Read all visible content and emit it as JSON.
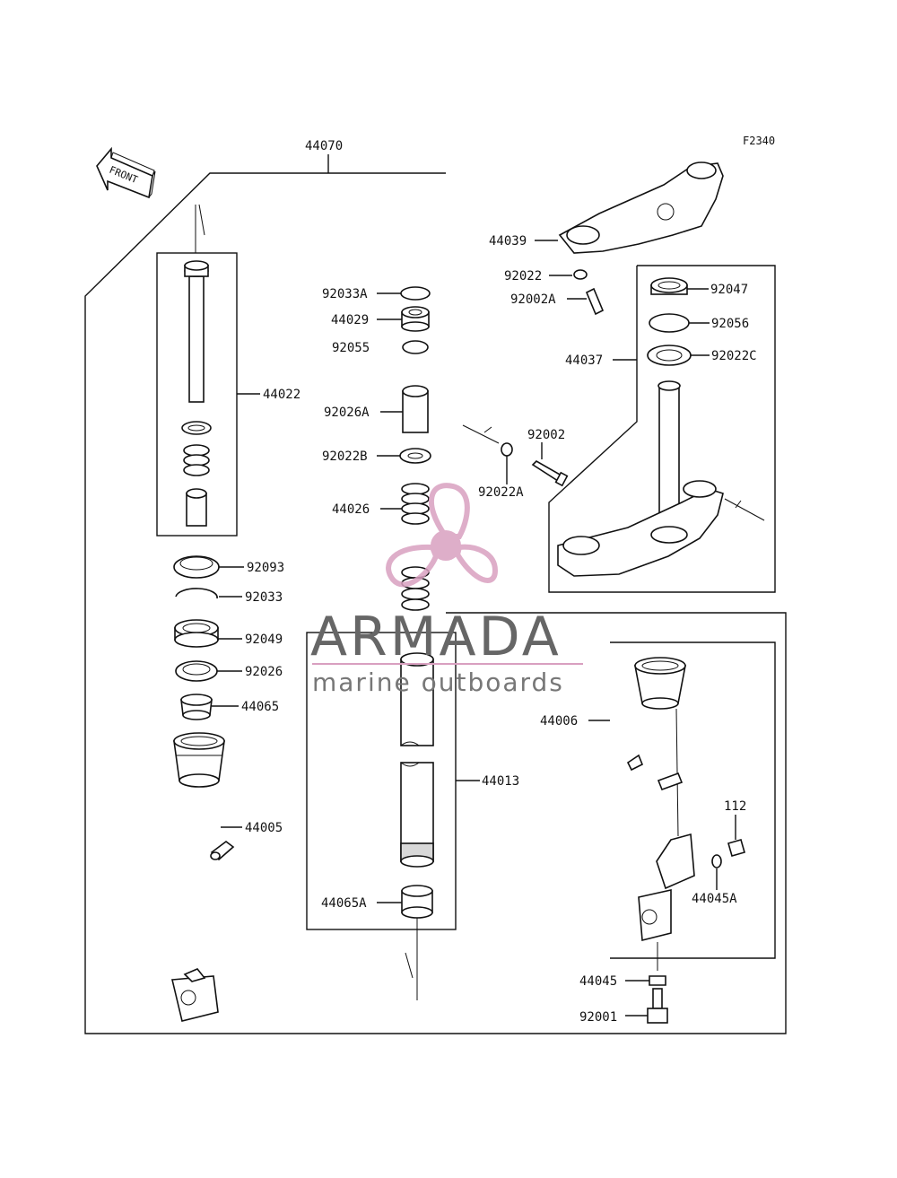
{
  "figure_code": "F2340",
  "front_arrow_label": "FRONT",
  "watermark": {
    "title": "ARMADA",
    "subtitle": "marine outboards",
    "accent_color": "#d9a0c0",
    "icon": "propeller-icon"
  },
  "parts": {
    "p44070": "44070",
    "p44022": "44022",
    "p92033A": "92033A",
    "p44029": "44029",
    "p92055": "92055",
    "p92026A": "92026A",
    "p92022B": "92022B",
    "p44026": "44026",
    "p92093": "92093",
    "p92033": "92033",
    "p92049": "92049",
    "p92026": "92026",
    "p44065": "44065",
    "p44005": "44005",
    "p44013": "44013",
    "p44065A": "44065A",
    "p44039": "44039",
    "p92022": "92022",
    "p92002A": "92002A",
    "p92047": "92047",
    "p92056": "92056",
    "p44037": "44037",
    "p92022C": "92022C",
    "p92002": "92002",
    "p92022A": "92022A",
    "p44006": "44006",
    "p112": "112",
    "p44045A": "44045A",
    "p44045": "44045",
    "p92001": "92001"
  }
}
